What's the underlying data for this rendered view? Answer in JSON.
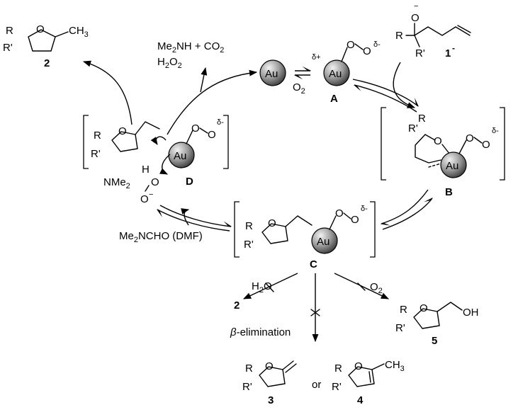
{
  "au_label": "Au",
  "atoms": {
    "R": "R",
    "Rp": "R'",
    "O": "O",
    "Ominus": "O",
    "CH3": "CH",
    "three_sub": "3",
    "OH": "OH",
    "H": "H",
    "NMe": "NMe",
    "two_sub": "2",
    "minus": "−",
    "delta_minus": "δ-",
    "delta_plus": "δ+",
    "Me": "Me",
    "NH": "NH",
    "plus_CO": " + CO",
    "CHO_DMF": "NCHO (DMF)",
    "H2O_H": "H",
    "H2O_O": "O"
  },
  "labels": {
    "A": "A",
    "B": "B",
    "C": "C",
    "D": "D",
    "c1": "1",
    "c1_charge": "-",
    "c2": "2",
    "c3": "3",
    "c4": "4",
    "c5": "5"
  },
  "conditions": {
    "O2": "O",
    "beta": "β",
    "elimination": "-elimination",
    "or": "or"
  }
}
